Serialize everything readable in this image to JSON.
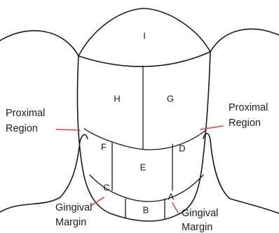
{
  "zones": {
    "I": "I",
    "H": "H",
    "G": "G",
    "F": "F",
    "E": "E",
    "D": "D",
    "C": "C",
    "B": "B",
    "A": "A"
  },
  "labels": {
    "proximal_left": [
      "Proximal",
      "Region"
    ],
    "proximal_right": [
      "Proximal",
      "Region"
    ],
    "gingival_left": [
      "Gingival",
      "Margin"
    ],
    "gingival_right": [
      "Gingival",
      "Margin"
    ]
  },
  "colors": {
    "outline": "#1a1a1a",
    "leader": "#d8473a"
  }
}
